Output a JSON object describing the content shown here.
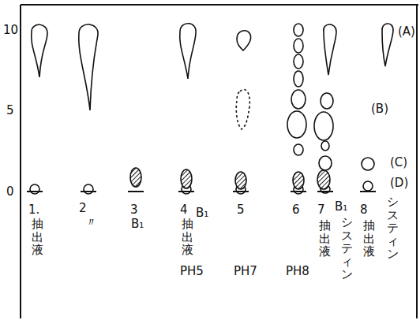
{
  "diagram": {
    "labels": [
      "10",
      "5",
      "0",
      "1.",
      "抽出液",
      "2",
      "〃",
      "3",
      "B₁",
      "4",
      "抽出液",
      "B₁",
      "PH5",
      "5",
      "PH7",
      "6",
      "PH8",
      "7",
      "抽出液",
      "B₁",
      "システィン",
      "8",
      "抽出液",
      "システィン",
      "(A)",
      "(B)",
      "(C)",
      "(D)"
    ]
  }
}
